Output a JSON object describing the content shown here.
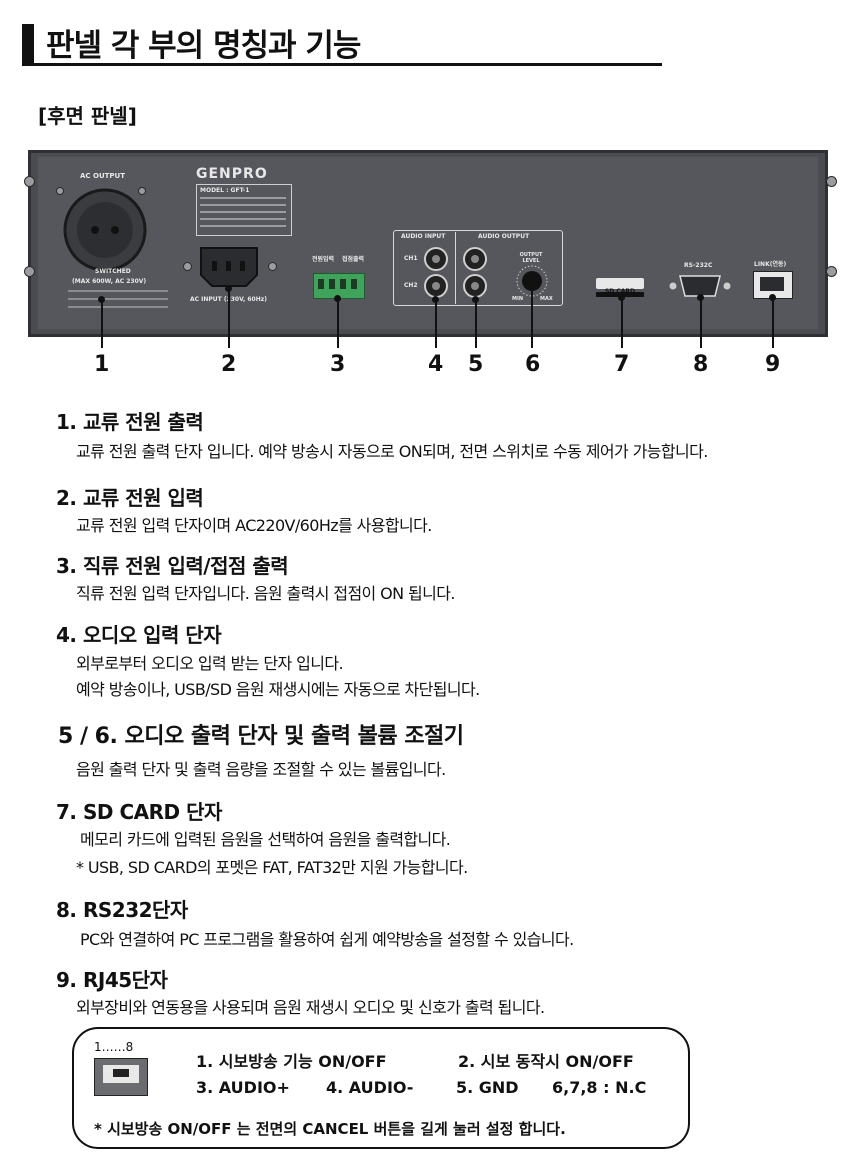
{
  "header": {
    "title": "판넬 각 부의 명칭과 기능",
    "section": "[후면 판넬]"
  },
  "panel": {
    "brand": "GENPRO",
    "model": "MODEL : GFT-1",
    "ac_output_label": "AC OUTPUT",
    "switched_label": "SWITCHED",
    "switched_spec": "(MAX 600W, AC 230V)",
    "ac_input_label": "AC INPUT (230V, 60Hz)",
    "dc_label_left": "전원입력",
    "dc_label_right": "접점출력",
    "audio_input_label": "AUDIO INPUT",
    "audio_output_label": "AUDIO OUTPUT",
    "ch1": "CH1",
    "ch2": "CH2",
    "output_level": "OUTPUT LEVEL",
    "min": "MIN",
    "max": "MAX",
    "sd_card": "SD CARD",
    "rs232c": "RS-232C",
    "link": "LINK(연동)",
    "numbers": [
      "1",
      "2",
      "3",
      "4",
      "5",
      "6",
      "7",
      "8",
      "9"
    ]
  },
  "items": [
    {
      "title": "1. 교류 전원 출력",
      "desc": [
        "교류 전원 출력 단자 입니다. 예약 방송시 자동으로 ON되며, 전면 스위치로 수동 제어가 가능합니다."
      ]
    },
    {
      "title": "2. 교류 전원 입력",
      "desc": [
        "교류 전원 입력 단자이며 AC220V/60Hz를 사용합니다."
      ]
    },
    {
      "title": "3. 직류 전원 입력/접점 출력",
      "desc": [
        "직류 전원 입력 단자입니다.  음원 출력시 접점이 ON 됩니다."
      ]
    },
    {
      "title": "4. 오디오 입력 단자",
      "desc": [
        "외부로부터 오디오 입력 받는 단자 입니다.",
        "예약 방송이나, USB/SD 음원 재생시에는 자동으로 차단됩니다."
      ]
    },
    {
      "title": "5 / 6. 오디오 출력 단자 및 출력 볼륨 조절기",
      "desc": [
        "음원 출력 단자 및 출력 음량을 조절할 수 있는 볼륨입니다."
      ]
    },
    {
      "title": "7. SD CARD 단자",
      "desc": [
        "메모리 카드에 입력된 음원을 선택하여 음원을 출력합니다.",
        "* USB, SD CARD의 포멧은 FAT, FAT32만 지원 가능합니다."
      ]
    },
    {
      "title": "8. RS232단자",
      "desc": [
        "PC와 연결하여 PC 프로그램을 활용하여 쉽게 예약방송을 설정할 수 있습니다."
      ]
    },
    {
      "title": "9. RJ45단자",
      "desc": [
        "외부장비와 연동용을 사용되며 음원 재생시 오디오 및 신호가 출력 됩니다."
      ]
    }
  ],
  "rj45_box": {
    "pin_range": "1……8",
    "pin1": "1. 시보방송 기능 ON/OFF",
    "pin2": "2. 시보 동작시 ON/OFF",
    "pin3": "3. AUDIO+",
    "pin4": "4. AUDIO-",
    "pin5": "5. GND",
    "pin678": "6,7,8 : N.C",
    "note": "* 시보방송 ON/OFF 는 전면의 CANCEL 버튼을 길게 눌러 설정 합니다."
  }
}
